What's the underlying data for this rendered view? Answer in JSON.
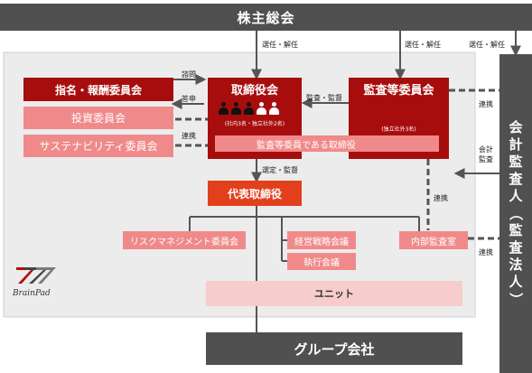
{
  "top_box": "株主総会",
  "bottom_box": "グループ会社",
  "nodes": {
    "nomination": "指名・報酬委員会",
    "investment": "投資委員会",
    "sustainability": "サステナビリティ委員会",
    "board": "取締役会",
    "board_sub": "(社内3名・独立社外2名)",
    "audit_committee": "監査等委員会",
    "audit_sub": "(独立社外3名)",
    "audit_director": "監査等委員である取締役",
    "ceo": "代表取締役",
    "risk": "リスクマネジメント委員会",
    "strategy": "経営戦略会議",
    "execution": "執行会議",
    "internal_audit": "内部監査室",
    "unit": "ユニット",
    "auditor_chars": [
      "会",
      "計",
      "監",
      "査",
      "人",
      "（",
      "監",
      "査",
      "法",
      "人",
      "）"
    ]
  },
  "edge_labels": {
    "appoint1": "選任・解任",
    "appoint2": "選任・解任",
    "appoint3": "選任・解任",
    "inquiry": "諮問",
    "answer": "答申",
    "audit_supervise": "監査・監督",
    "link1": "連携",
    "link2": "連携",
    "link3": "連携",
    "link4": "連携",
    "appoint_supervise": "選定・監督",
    "accounting_audit": [
      "会計",
      "監査"
    ]
  },
  "logo_text": "BrainPad",
  "colors": {
    "dark": "#505050",
    "red": "#a80d0d",
    "pink": "#f08a8a",
    "pale": "#f7cccc",
    "panel": "#ececec"
  }
}
